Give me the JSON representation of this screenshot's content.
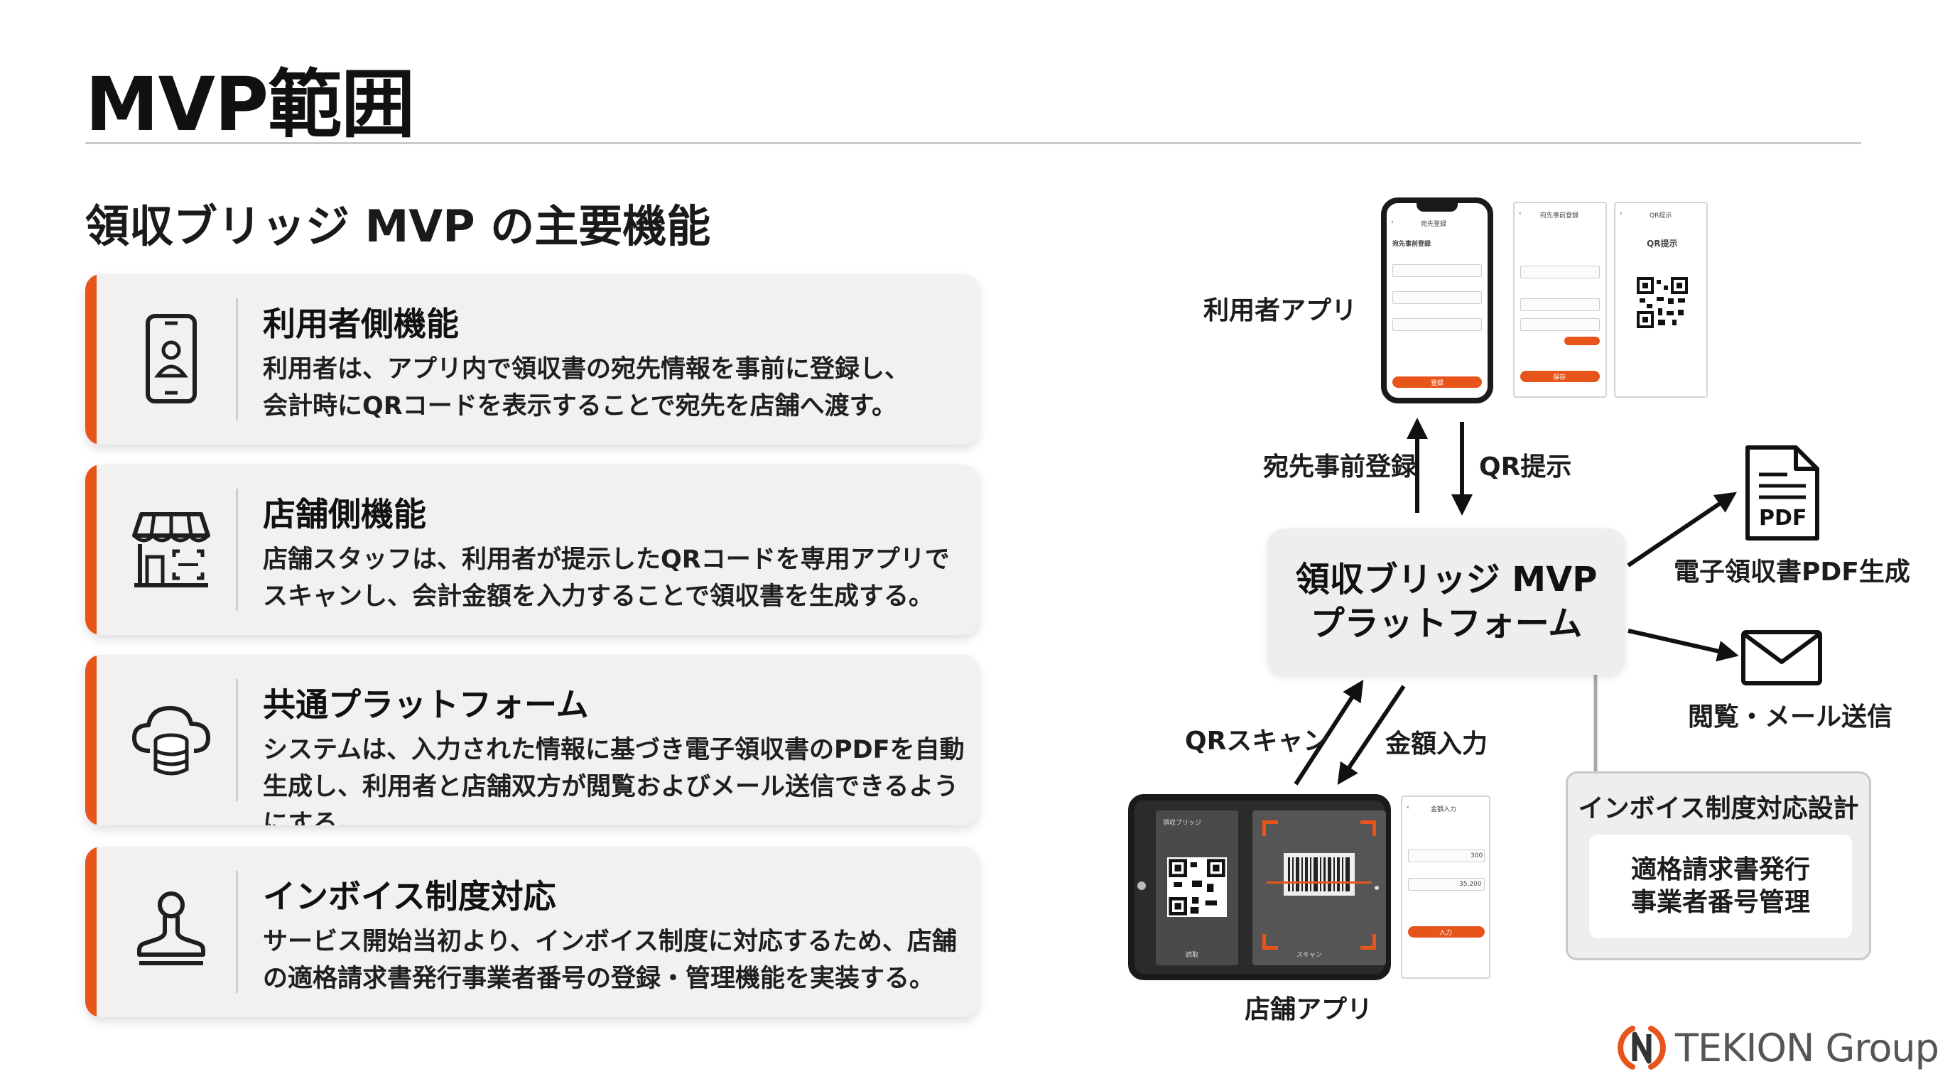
{
  "title": "MVP範囲",
  "subtitle": "領収ブリッジ MVP の主要機能",
  "cards": [
    {
      "title": "利用者側機能",
      "desc_line1": "利用者は、アプリ内で領収書の宛先情報を事前に登録し、",
      "desc_line2": "会計時にQRコードを表示することで宛先を店舗へ渡す。",
      "desc_line3": "",
      "icon": "smartphone-user-icon"
    },
    {
      "title": "店舗側機能",
      "desc_line1": "店舗スタッフは、利用者が提示したQRコードを専用アプリで",
      "desc_line2": "スキャンし、会計金額を入力することで領収書を生成する。",
      "desc_line3": "",
      "icon": "storefront-scan-icon"
    },
    {
      "title": "共通プラットフォーム",
      "desc_line1": "システムは、入力された情報に基づき電子領収書のPDFを自動",
      "desc_line2": "生成し、利用者と店舗双方が閲覧およびメール送信できるよう",
      "desc_line3": "にする。",
      "icon": "cloud-database-icon"
    },
    {
      "title": "インボイス制度対応",
      "desc_line1": "サービス開始当初より、インボイス制度に対応するため、店舗",
      "desc_line2": "の適格請求書発行事業者番号の登録・管理機能を実装する。",
      "desc_line3": "",
      "icon": "stamp-icon"
    }
  ],
  "diagram": {
    "user_app_label": "利用者アプリ",
    "register_label": "宛先事前登録",
    "qr_present_label": "QR提示",
    "platform_line1": "領収ブリッジ MVP",
    "platform_line2": "プラットフォーム",
    "pdf_label": "電子領収書PDF生成",
    "pdf_icon_text": "PDF",
    "mail_label": "閲覧・メール送信",
    "qr_scan_label": "QRスキャン",
    "amount_label": "金額入力",
    "store_app_label": "店舗アプリ",
    "invoice_title": "インボイス制度対応設計",
    "invoice_line1": "適格請求書発行",
    "invoice_line2": "事業者番号管理",
    "phone_screen": {
      "header": "宛先登録",
      "heading": "宛先事前登録",
      "button": "登録"
    },
    "screen2": {
      "header": "宛先事前登録",
      "button": "保存"
    },
    "screen3": {
      "header": "QR提示",
      "heading": "QR提示"
    },
    "tablet": {
      "pane1_top": "領収ブリッジ",
      "pane1_bottom": "読取",
      "pane2_bottom": "スキャン"
    },
    "screen4": {
      "header": "金額入力",
      "value1": "300",
      "value2": "35,200",
      "button": "入力"
    }
  },
  "logo": {
    "text": "TEKION Group",
    "accent": "#e8551b"
  },
  "colors": {
    "accent": "#e8551b",
    "card_bg": "#f1f1f2"
  }
}
